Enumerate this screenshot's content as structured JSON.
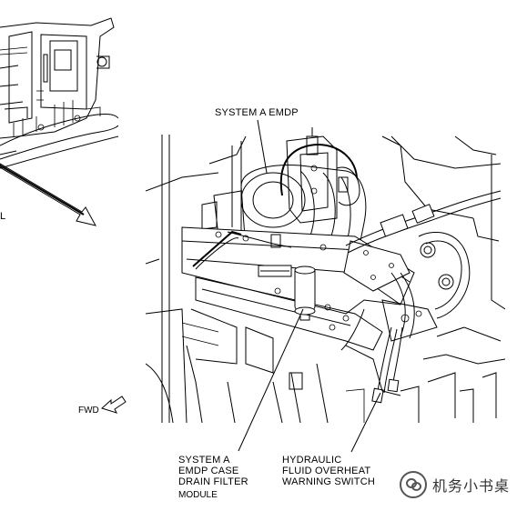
{
  "labels": {
    "system_a_emdp": "SYSTEM A EMDP",
    "left_cut": "L",
    "fwd": "FWD",
    "filter_line1": "SYSTEM A",
    "filter_line2": "EMDP CASE",
    "filter_line3": "DRAIN FILTER",
    "filter_line4": "MODULE",
    "switch_line1": "HYDRAULIC",
    "switch_line2": "FLUID OVERHEAT",
    "switch_line3": "WARNING SWITCH"
  },
  "watermark": {
    "text": "机务小书桌",
    "icon": "wechat-icon"
  }
}
